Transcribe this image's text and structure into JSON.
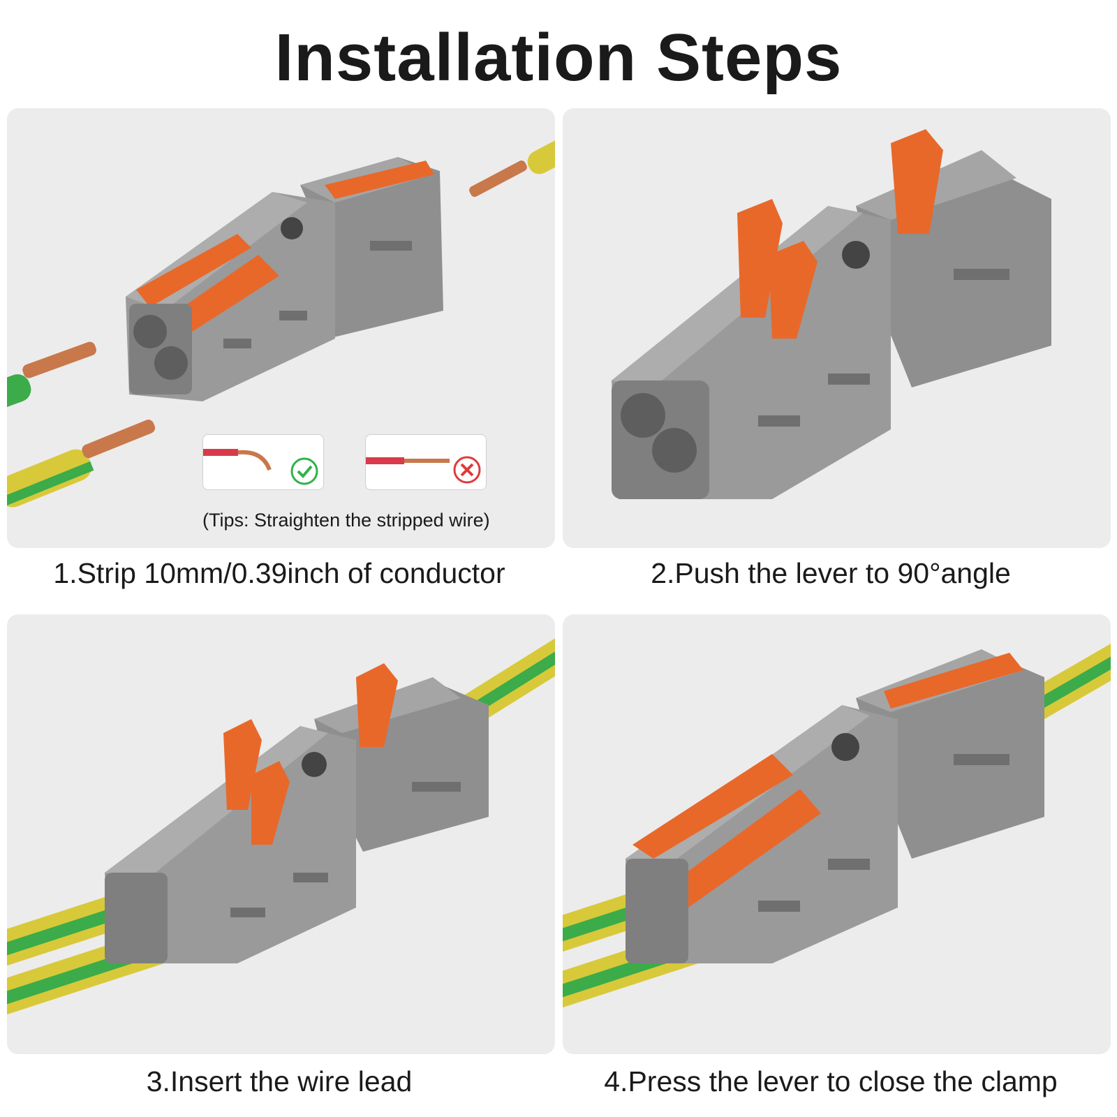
{
  "title": "Installation Steps",
  "steps": [
    {
      "caption": "1.Strip 10mm/0.39inch of conductor"
    },
    {
      "caption": "2.Push the lever to 90°angle"
    },
    {
      "caption": "3.Insert the wire lead"
    },
    {
      "caption": "4.Press the lever to close the clamp"
    }
  ],
  "tip": {
    "text": "(Tips: Straighten the stripped wire)",
    "correct_icon": "check-circle-icon",
    "wrong_icon": "x-circle-icon"
  },
  "colors": {
    "housing": "#9a9a9a",
    "lever": "#e8682a",
    "copper": "#c8784a",
    "wire_green": "#3cab4a",
    "wire_yellow": "#e6d23c",
    "correct": "#2fb24a",
    "wrong": "#e03a3a"
  }
}
